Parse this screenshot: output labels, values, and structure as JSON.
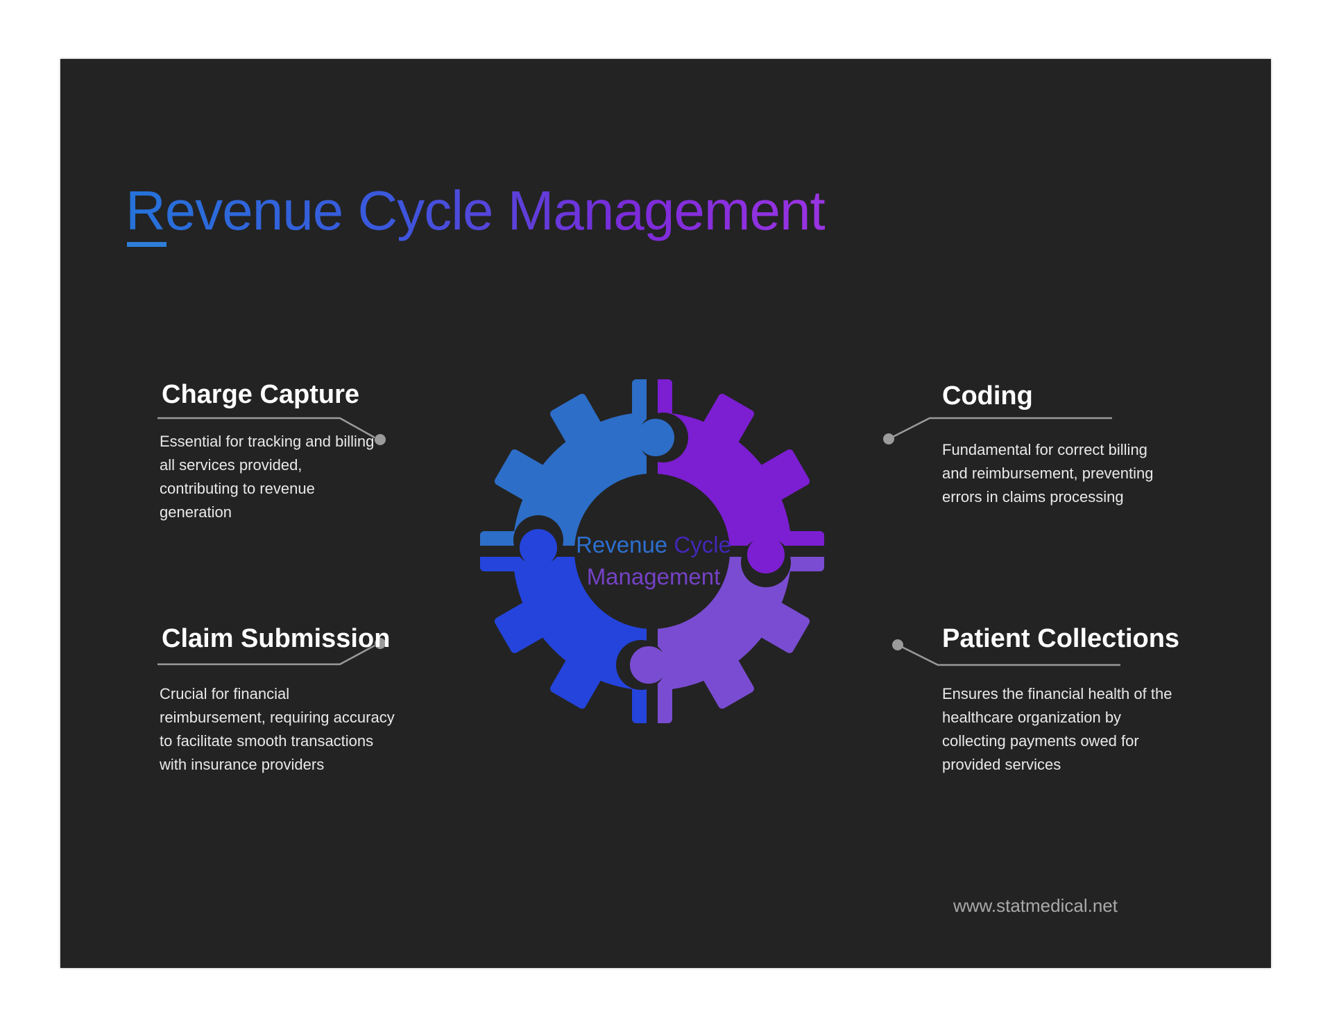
{
  "title": {
    "text": "Revenue Cycle Management",
    "gradient_colors": [
      "#2573da",
      "#3b57dc",
      "#7b2bd9",
      "#9a34e3"
    ]
  },
  "sections": [
    {
      "heading": "Charge Capture",
      "description": "Essential for tracking and billing\nall services provided,\ncontributing to revenue\ngeneration"
    },
    {
      "heading": "Coding",
      "description": "Fundamental for correct billing\nand reimbursement, preventing\nerrors in claims processing"
    },
    {
      "heading": "Claim Submission",
      "description": "Crucial for financial\nreimbursement, requiring accuracy\nto facilitate smooth transactions\nwith insurance providers"
    },
    {
      "heading": "Patient Collections",
      "description": "Ensures the financial health of the\nhealthcare organization by\ncollecting payments owed for\nprovided services"
    }
  ],
  "gear": {
    "colors": {
      "top_left": "#2d6ec8",
      "top_right": "#7c1ed2",
      "bottom_left": "#2444dc",
      "bottom_right": "#7a4cd2"
    },
    "center_label": {
      "word1": "Revenue",
      "word1_color": "#2d6fd0",
      "word2": "Cycle",
      "word2_color": "#4327b8",
      "word3": "Management",
      "word3_color": "#7442c6"
    }
  },
  "footer": {
    "website": "www.statmedical.net"
  },
  "colors": {
    "page_background": "#ffffff",
    "card_background": "#232323",
    "heading_text": "#ffffff",
    "body_text": "#e9e9e9",
    "connector": "#9b9b9b",
    "footer_text": "#a9a9a9",
    "title_underline": "#2e7ed8"
  }
}
